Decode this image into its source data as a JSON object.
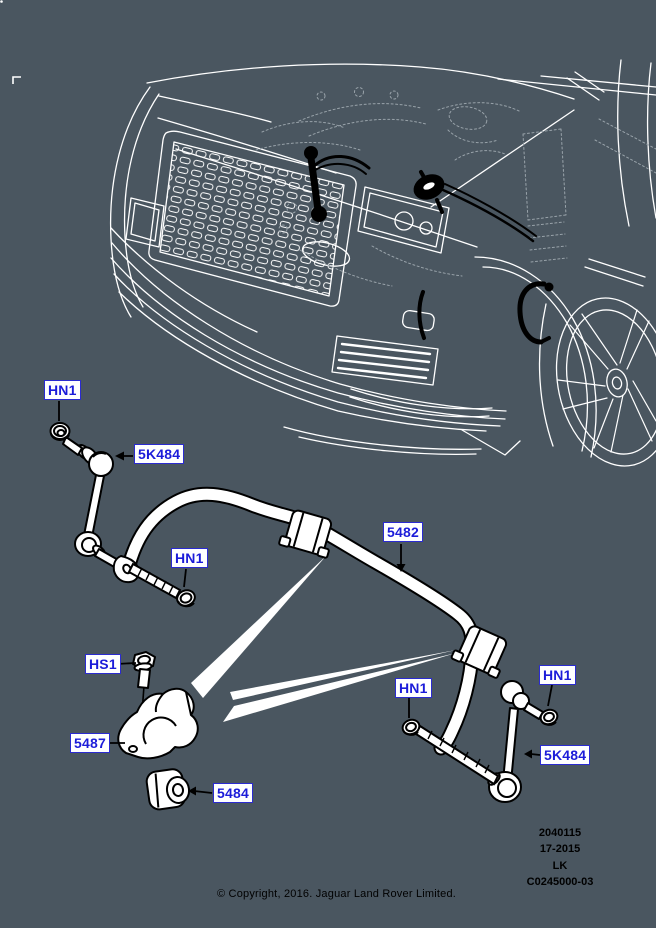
{
  "colors": {
    "canvas_background": "#4a5660",
    "callout_blue": "#1c1cd9",
    "artwork_black": "#000000",
    "sketch_white": "#ffffff"
  },
  "callouts": [
    {
      "text": "HN1"
    },
    {
      "text": "5K484"
    },
    {
      "text": "HN1"
    },
    {
      "text": "5482"
    },
    {
      "text": "HS1"
    },
    {
      "text": "5487"
    },
    {
      "text": "HN1"
    },
    {
      "text": "HN1"
    },
    {
      "text": "5K484"
    },
    {
      "text": "5484"
    }
  ],
  "stamp": {
    "lines": [
      "2040115",
      "17-2015",
      "LK",
      "C0245000-03"
    ]
  },
  "copyright": "© Copyright, 2016. Jaguar Land Rover Limited."
}
